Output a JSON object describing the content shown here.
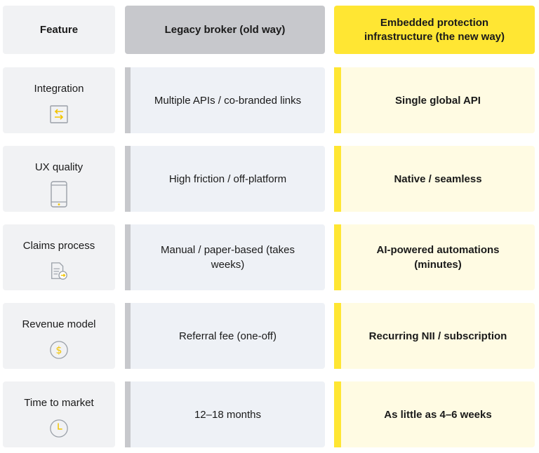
{
  "header": {
    "feature": "Feature",
    "legacy": "Legacy broker (old way)",
    "new": "Embedded protection infrastructure (the new way)"
  },
  "colors": {
    "accent_yellow": "#FFE633",
    "legacy_gray": "#C7C8CC",
    "feature_bg": "#F1F2F4",
    "legacy_bg": "#EEF1F6",
    "new_bg": "#FFFBE3"
  },
  "rows": [
    {
      "feature": "Integration",
      "icon": "integration-arrows-icon",
      "legacy": "Multiple APIs / co-branded links",
      "new": "Single global API"
    },
    {
      "feature": "UX quality",
      "icon": "smartphone-icon",
      "legacy": "High friction / off-platform",
      "new": "Native / seamless"
    },
    {
      "feature": "Claims process",
      "icon": "document-arrow-icon",
      "legacy": "Manual / paper-based (takes weeks)",
      "new": "AI-powered automations (minutes)"
    },
    {
      "feature": "Revenue model",
      "icon": "dollar-coin-icon",
      "legacy": "Referral fee (one-off)",
      "new": "Recurring NII / subscription"
    },
    {
      "feature": "Time to market",
      "icon": "clock-icon",
      "legacy": "12–18 months",
      "new": "As little as 4–6 weeks"
    }
  ]
}
